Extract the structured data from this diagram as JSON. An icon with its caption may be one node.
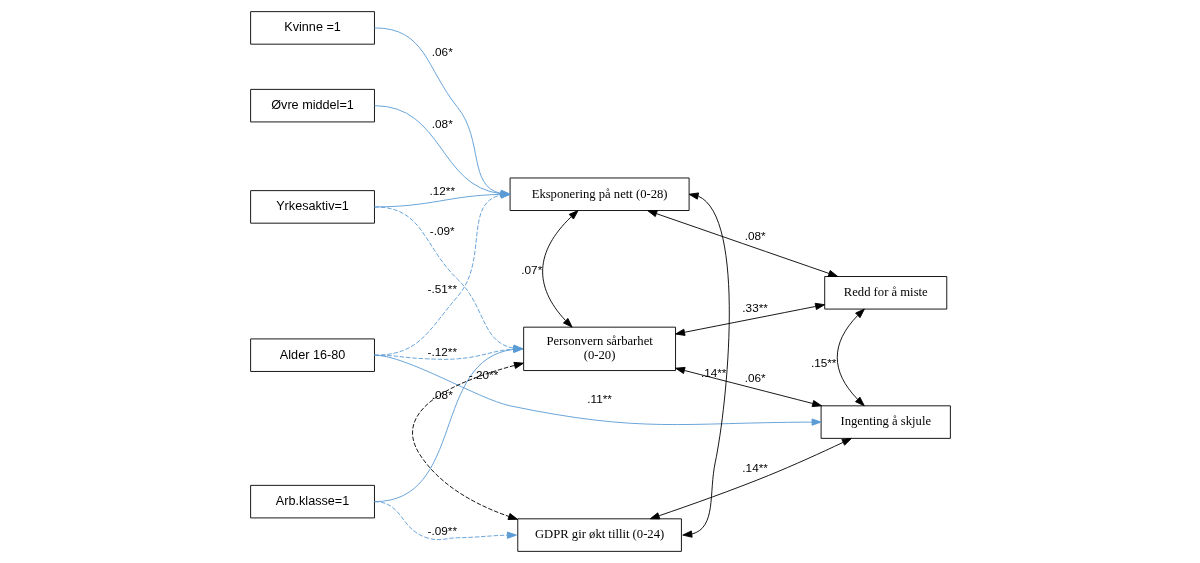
{
  "diagram": {
    "nodes": [
      {
        "text": [
          "Kvinne =1"
        ]
      },
      {
        "text": [
          "Alder 16-80"
        ]
      },
      {
        "text": [
          "Arb.klasse=1"
        ]
      },
      {
        "text": [
          "Øvre middel=1"
        ]
      },
      {
        "text": [
          "Yrkesaktiv=1"
        ]
      },
      {
        "text": [
          "Eksponering på nett (0-28)"
        ]
      },
      {
        "text": [
          "Personvern sårbarhet",
          "(0-20)"
        ]
      },
      {
        "text": [
          "Redd for å miste"
        ]
      },
      {
        "text": [
          "Ingenting å skjule"
        ]
      },
      {
        "text": [
          "GDPR gir økt tillit (0-24)"
        ]
      }
    ],
    "edges": [
      {
        "from": 0,
        "to": 5,
        "arrow": "to",
        "label": ".06*"
      },
      {
        "from": 1,
        "to": 5,
        "arrow": "to",
        "label": "-.51**",
        "style": "dashed"
      },
      {
        "from": 3,
        "to": 5,
        "arrow": "to",
        "label": ".08*"
      },
      {
        "from": 4,
        "to": 5,
        "arrow": "to",
        "label": ".12**"
      },
      {
        "from": 1,
        "to": 6,
        "arrow": "to",
        "label": "-.12**",
        "style": "dashed"
      },
      {
        "from": 2,
        "to": 6,
        "arrow": "to",
        "label": ".08*"
      },
      {
        "from": 4,
        "to": 6,
        "arrow": "to",
        "label": "-.09*",
        "style": "dashed"
      },
      {
        "from": 1,
        "to": 8,
        "arrow": "to",
        "label": ".11**"
      },
      {
        "from": 2,
        "to": 9,
        "arrow": "to",
        "label": "-.09**",
        "style": "dashed"
      },
      {
        "from": 5,
        "to": 7,
        "arrow": "both",
        "label": ".08*",
        "color": "#000000"
      },
      {
        "from": 5,
        "to": 6,
        "arrow": "both",
        "label": ".07*",
        "color": "#000000"
      },
      {
        "from": 6,
        "to": 7,
        "arrow": "both",
        "label": ".33**",
        "color": "#000000"
      },
      {
        "from": 7,
        "to": 8,
        "arrow": "both",
        "label": ".15**",
        "color": "#000000"
      },
      {
        "from": 6,
        "to": 8,
        "arrow": "both",
        "label": ".06*",
        "color": "#000000"
      },
      {
        "from": 6,
        "to": 9,
        "arrow": "both",
        "label": "-.20**",
        "style": "dashed",
        "color": "#000000"
      },
      {
        "from": 8,
        "to": 9,
        "arrow": "both",
        "label": ".14**",
        "color": "#000000"
      },
      {
        "from": 5,
        "to": 9,
        "arrow": "both",
        "label": ".14**",
        "color": "#000000"
      }
    ]
  }
}
